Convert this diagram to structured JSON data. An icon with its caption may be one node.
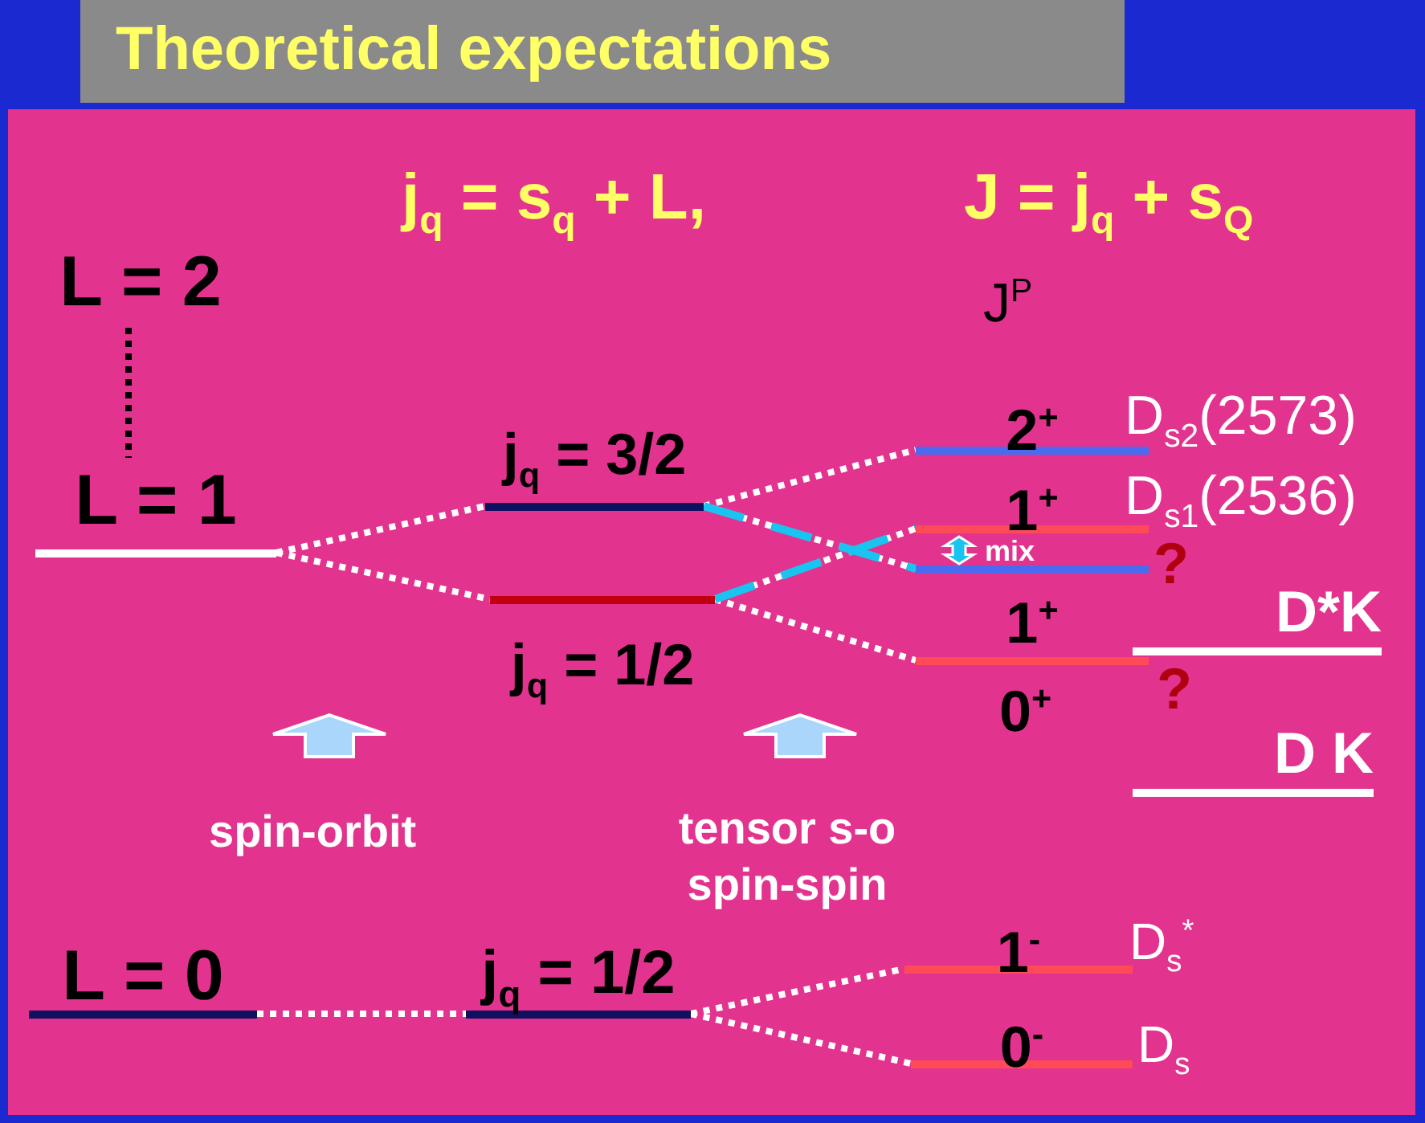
{
  "diagram": {
    "title": "Theoretical expectations",
    "nodes": [
      {
        "text": [
          "L = 2"
        ]
      },
      {
        "text": [
          "L = 1"
        ]
      },
      {
        "text": [
          "j$_{q}$ = 3/2"
        ]
      },
      {
        "text": [
          "j$_{q}$ = 1/2"
        ]
      },
      {
        "text": [
          "2$^{+}$"
        ],
        "beside": [
          "D$_{s2}$(2573)"
        ]
      },
      {
        "text": [
          "1$^{+}$"
        ],
        "beside": [
          "D$_{s1}$(2536)"
        ]
      },
      {
        "text": [],
        "shape": "bar",
        "beside": [
          "?"
        ]
      },
      {
        "text": [
          "1$^{+}$"
        ],
        "beside": [
          "?"
        ]
      },
      {
        "text": [
          "D*K"
        ]
      },
      {
        "text": [
          "D K"
        ]
      },
      {
        "text": [
          "L = 0"
        ]
      },
      {
        "text": [
          "j$_{q}$ = 1/2"
        ]
      },
      {
        "text": [
          "1$^{-}$"
        ],
        "beside": [
          "D$_{s}$$^{*}$"
        ]
      },
      {
        "text": [
          "0$^{-}$"
        ],
        "beside": [
          "D$_{s}$"
        ]
      }
    ],
    "edges": [
      {
        "from": 0,
        "to": 1,
        "arrow": "none",
        "style": "dashed",
        "color": "#000000"
      },
      {
        "from": 1,
        "to": 2,
        "arrow": "none",
        "style": "dashed"
      },
      {
        "from": 1,
        "to": 3,
        "arrow": "none",
        "style": "dashed"
      },
      {
        "from": 2,
        "to": 4,
        "arrow": "none",
        "style": "dashed"
      },
      {
        "from": 2,
        "to": 6,
        "arrow": "none",
        "style": "dashed"
      },
      {
        "from": 3,
        "to": 5,
        "arrow": "none",
        "style": "dashed"
      },
      {
        "from": 3,
        "to": 7,
        "arrow": "none",
        "style": "dashed"
      },
      {
        "from": 2,
        "to": 6,
        "arrow": "none",
        "style": "dashed",
        "color": "#19c5f0"
      },
      {
        "from": 3,
        "to": 5,
        "arrow": "none",
        "style": "dashed",
        "color": "#19c5f0"
      },
      {
        "from": 5,
        "to": 6,
        "arrow": "both",
        "label": "mix",
        "color": "#19c5f0"
      },
      {
        "from": 10,
        "to": 11,
        "arrow": "none",
        "style": "dashed"
      },
      {
        "from": 11,
        "to": 12,
        "arrow": "none",
        "style": "dashed"
      },
      {
        "from": 11,
        "to": 13,
        "arrow": "none",
        "style": "dashed"
      }
    ],
    "labels": [
      "j$_{q}$ = s$_{q}$ + L,",
      "J = j$_{q}$ + s$_{Q}$",
      "J$^{P}$",
      "0$^{+}$",
      "spin-orbit",
      "tensor s-o spin-spin"
    ]
  }
}
